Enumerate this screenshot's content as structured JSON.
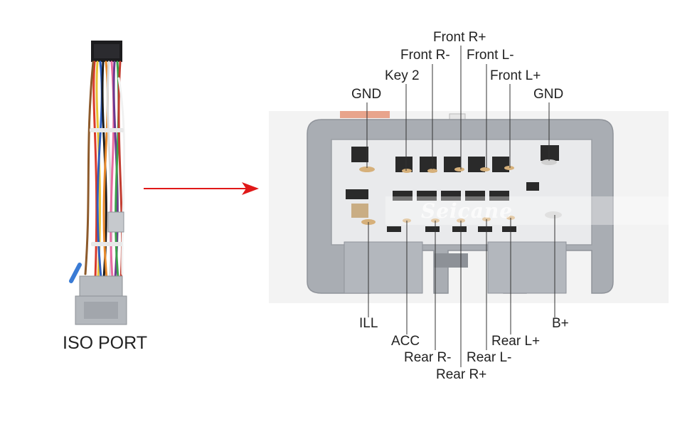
{
  "harness": {
    "caption": "ISO PORT"
  },
  "watermark": "Seicane",
  "pins_top": {
    "front_r_plus": "Front R+",
    "front_r_minus": "Front R-",
    "front_l_minus": "Front L-",
    "key2": "Key 2",
    "front_l_plus": "Front L+",
    "gnd_left": "GND",
    "gnd_right": "GND"
  },
  "pins_bottom": {
    "ill": "ILL",
    "b_plus": "B+",
    "acc": "ACC",
    "rear_l_plus": "Rear L+",
    "rear_r_minus": "Rear R-",
    "rear_l_minus": "Rear L-",
    "rear_r_plus": "Rear R+"
  },
  "colors": {
    "arrow": "#e01818",
    "connector": "#a9adb3",
    "leader": "#333333"
  }
}
